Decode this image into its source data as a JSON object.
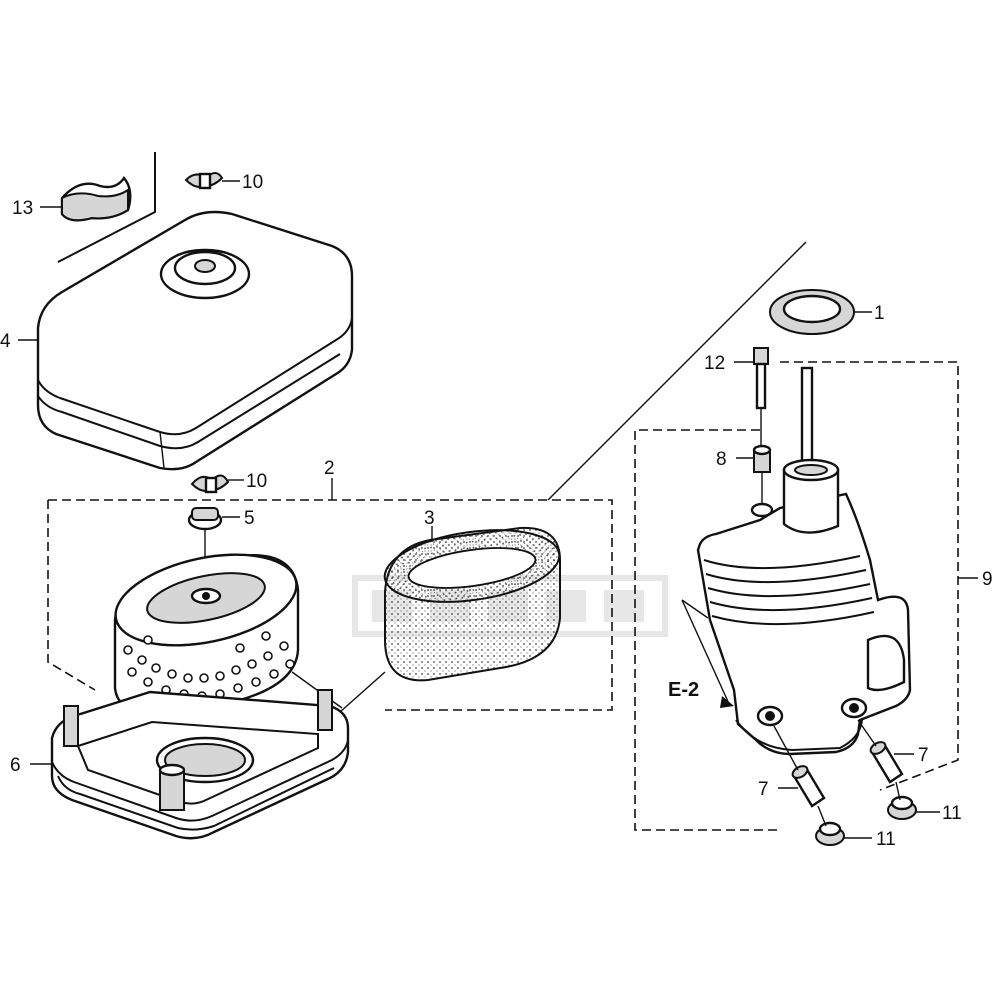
{
  "callouts": {
    "c1": "1",
    "c2": "2",
    "c3": "3",
    "c4": "4",
    "c5": "5",
    "c6": "6",
    "c7a": "7",
    "c7b": "7",
    "c8": "8",
    "c9": "9",
    "c10a": "10",
    "c10b": "10",
    "c11a": "11",
    "c11b": "11",
    "c12": "12",
    "c13": "13",
    "ref_e2": "E-2"
  },
  "colors": {
    "line": "#111111",
    "fill": "#ffffff",
    "shade": "#d6d6d6"
  }
}
